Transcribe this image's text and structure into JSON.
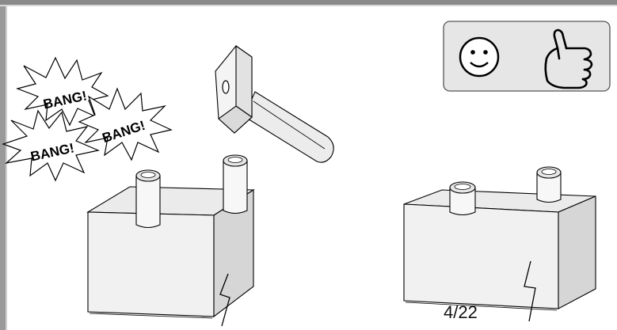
{
  "bursts": [
    {
      "text": "BANG!"
    },
    {
      "text": "BANG!"
    },
    {
      "text": "BANG!"
    }
  ],
  "feedback_icons": [
    "smiley-face-icon",
    "thumbs-up-icon"
  ],
  "page_indicator": "4/22",
  "colors": {
    "frame": "#8a8a8a",
    "panel_bg": "#e6e6e6",
    "block_top": "#e8e8e8",
    "block_front": "#f0f0f0",
    "block_side": "#d4d4d4"
  }
}
